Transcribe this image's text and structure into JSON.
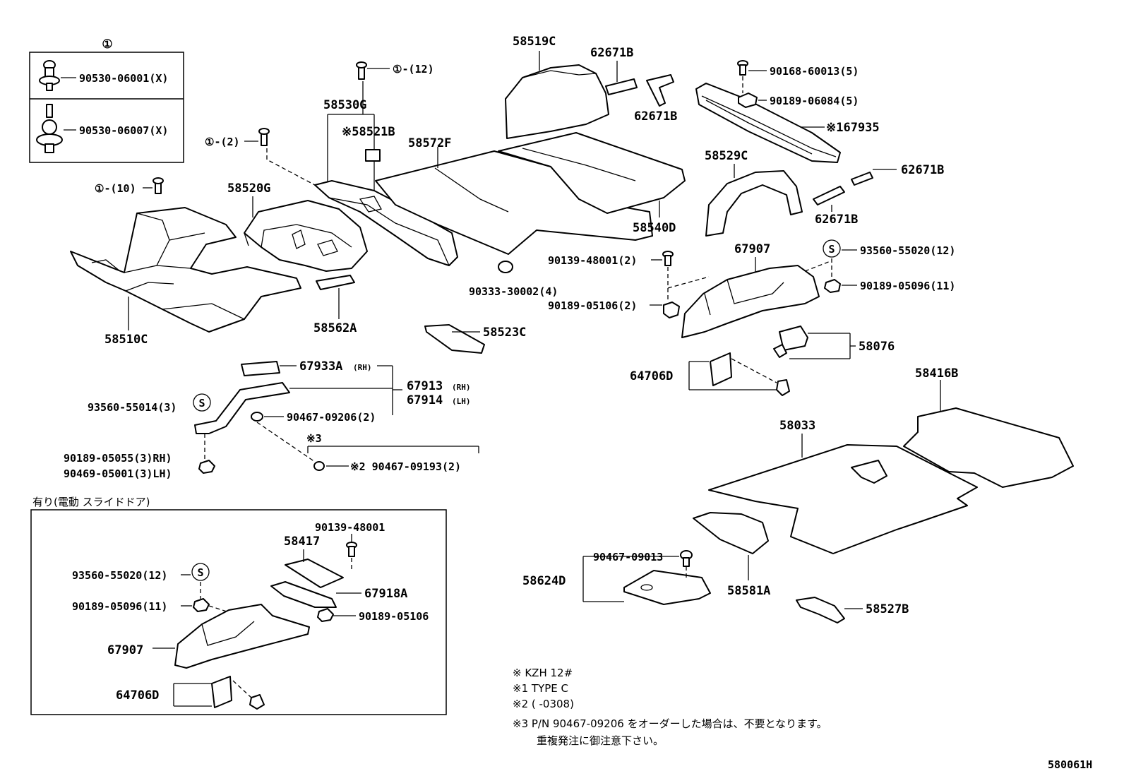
{
  "labels": {
    "circle_1": "①",
    "c1_p1": "90530-06001(X)",
    "c1_p2": "90530-06007(X)",
    "ref_12": "①-(12)",
    "ref_2": "①-(2)",
    "ref_10": "①-(10)",
    "p58530G": "58530G",
    "p58521B": "※58521B",
    "p58572F": "58572F",
    "p58519C": "58519C",
    "p62671B_a": "62671B",
    "p62671B_b": "62671B",
    "p90168": "90168-60013(5)",
    "p90189_06084": "90189-06084(5)",
    "p167935": "※167935",
    "p58529C": "58529C",
    "p62671B_c": "62671B",
    "p62671B_d": "62671B",
    "p58520G": "58520G",
    "p58540D": "58540D",
    "p58510C": "58510C",
    "p58562A": "58562A",
    "p90333": "90333-30002(4)",
    "p58523C": "58523C",
    "p90139_a": "90139-48001(2)",
    "p90189_05106_a": "90189-05106(2)",
    "p67907_a": "67907",
    "s_93560_a": "S",
    "p93560_55020_a": "93560-55020(12)",
    "p90189_05096_a": "90189-05096(11)",
    "p58076": "58076",
    "p64706D_a": "64706D",
    "p58416B": "58416B",
    "p58033": "58033",
    "p67933A": "67933A",
    "p67933A_sub": "(RH)",
    "p67913": "67913",
    "p67913_sub": "(RH)",
    "p67914": "67914",
    "p67914_sub": "(LH)",
    "s_93560_b": "S",
    "p93560_55014": "93560-55014(3)",
    "p90467_09206": "90467-09206(2)",
    "mark3": "※3",
    "p90189_05055": "90189-05055(3)RH)",
    "p90469_05001": "90469-05001(3)LH)",
    "p90467_09193": "※2 90467-09193(2)",
    "box_title": "有り(電動 スライドドア)",
    "p90139_b": "90139-48001",
    "p58417": "58417",
    "s_93560_c": "S",
    "p93560_55020_b": "93560-55020(12)",
    "p67918A": "67918A",
    "p90189_05096_b": "90189-05096(11)",
    "p90189_05106_b": "90189-05106",
    "p67907_b": "67907",
    "p64706D_b": "64706D",
    "p90467_09013": "90467-09013",
    "p58624D": "58624D",
    "p58581A": "58581A",
    "p58527B": "58527B",
    "note1": "※  KZH 12#",
    "note2": "※1 TYPE C",
    "note3": "※2 (     -0308)",
    "note4": "※3 P/N 90467-09206 をオーダーした場合は、不要となります。",
    "note5": "重複発注に御注意下さい。",
    "diagram_id": "580061H"
  }
}
